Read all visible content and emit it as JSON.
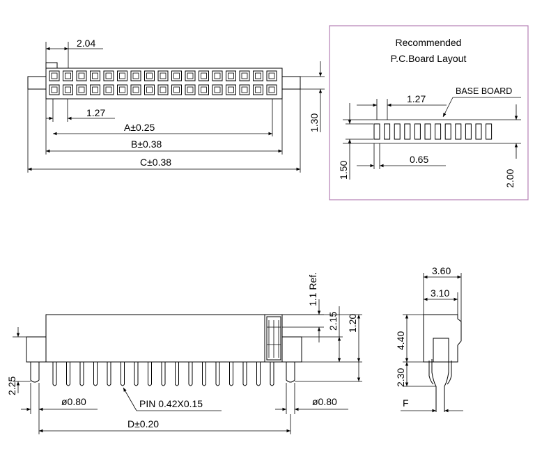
{
  "top_view": {
    "pitch_dim": "2.04",
    "row_pitch": "1.27",
    "dim_a": "A±0.25",
    "dim_b": "B±0.38",
    "dim_c": "C±0.38",
    "height_dim": "1.30"
  },
  "pcb_layout": {
    "title_line1": "Recommended",
    "title_line2": "P.C.Board  Layout",
    "base_board": "BASE BOARD",
    "pitch": "1.27",
    "pad_width": "0.65",
    "pad_length": "1.50",
    "row_span": "2.00"
  },
  "front_view": {
    "ref_dim": "1.1 Ref.",
    "dim_215": "2.15",
    "dim_120": "1.20",
    "dim_225": "2.25",
    "post_dia_left": "ø0.80",
    "post_dia_right": "ø0.80",
    "pin_label": "PIN  0.42X0.15",
    "dim_d": "D±0.20"
  },
  "side_view": {
    "width_outer": "3.60",
    "width_inner": "3.10",
    "height_body": "4.40",
    "height_tail": "2.30",
    "label_f": "F"
  },
  "colors": {
    "frame": "#b37fb3",
    "line": "#000000"
  }
}
